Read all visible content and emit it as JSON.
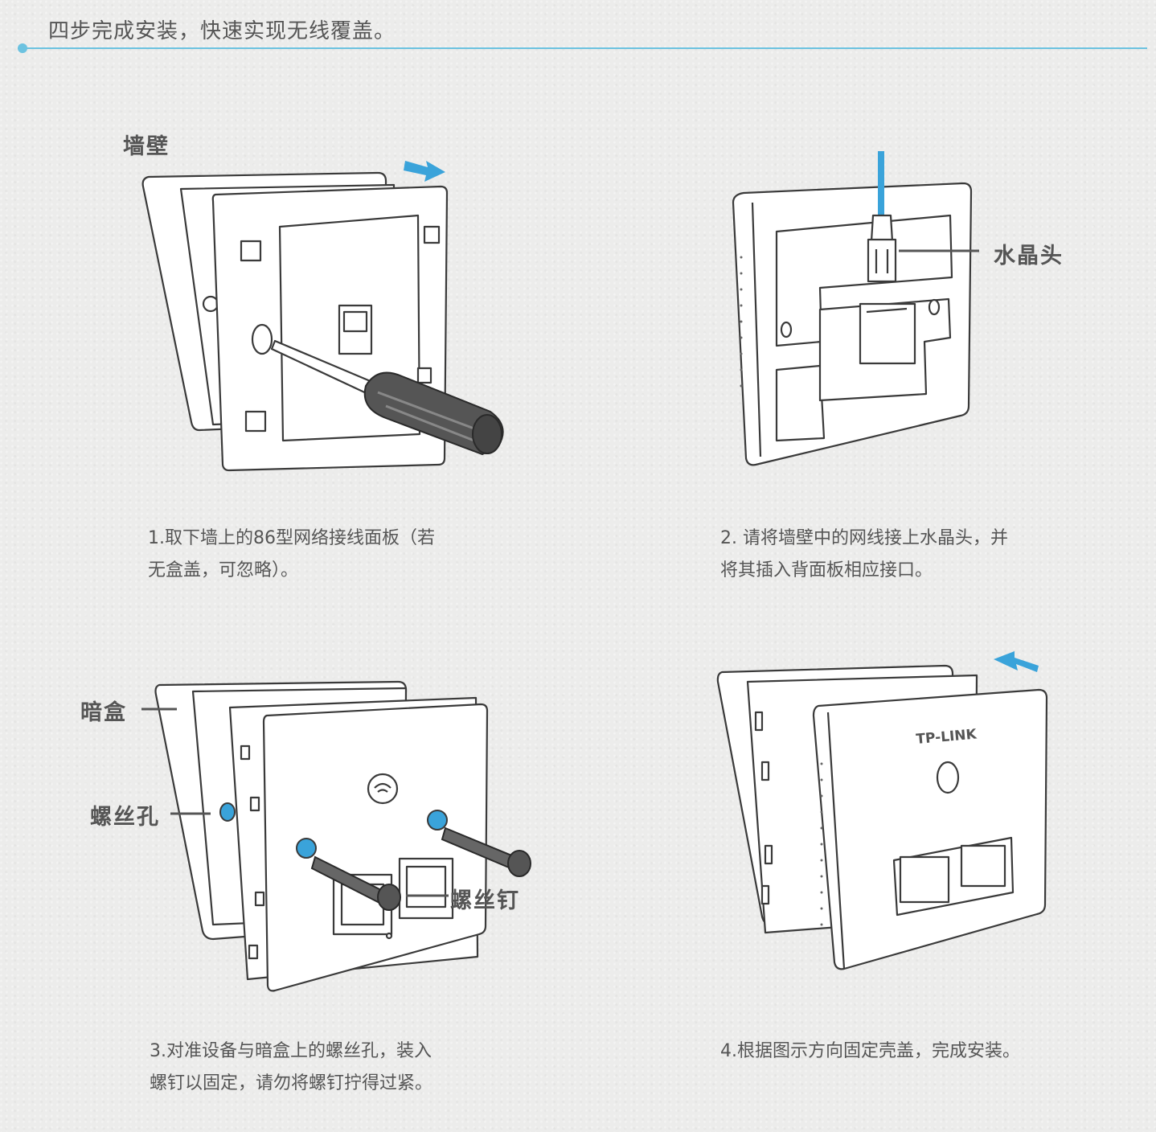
{
  "header": {
    "title": "四步完成安装，快速实现无线覆盖。"
  },
  "steps": [
    {
      "caption": "1.取下墙上的86型网络接线面板（若\n无盒盖，可忽略）。",
      "labels": {
        "wall": "墙壁"
      }
    },
    {
      "caption": "2. 请将墙壁中的网线接上水晶头，并\n将其插入背面板相应接口。",
      "labels": {
        "rj45": "水晶头"
      }
    },
    {
      "caption": " 3.对准设备与暗盒上的螺丝孔，装入\n螺钉以固定，请勿将螺钉拧得过紧。",
      "labels": {
        "box": "暗盒",
        "hole": "螺丝孔",
        "screw": "螺丝钉"
      }
    },
    {
      "caption": "4.根据图示方向固定壳盖，完成安装。",
      "labels": {
        "brand": "TP-LINK"
      }
    }
  ],
  "colors": {
    "accent": "#3aa3da",
    "rule": "#6cc2e0"
  }
}
